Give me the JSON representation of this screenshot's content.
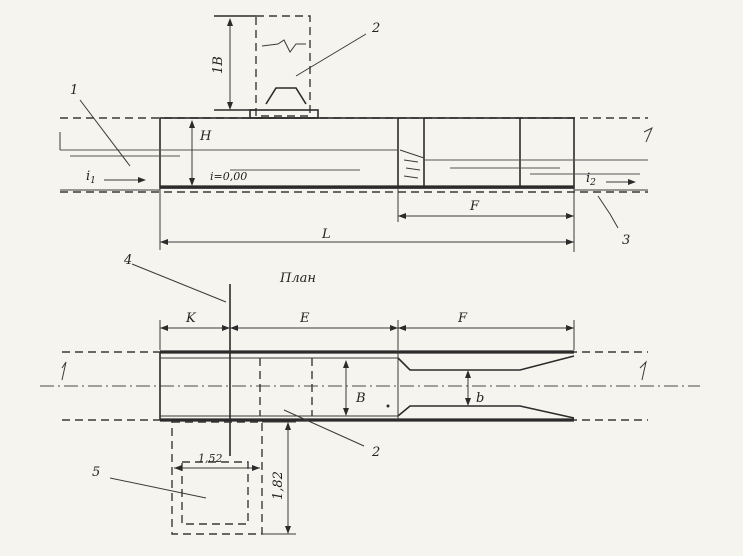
{
  "labels": {
    "callout_1": "1",
    "callout_2_top": "2",
    "callout_2_bottom": "2",
    "callout_3": "3",
    "callout_4": "4",
    "callout_5": "5",
    "dim_1b": "1B",
    "dim_H": "H",
    "level": "i=0,00",
    "flow_in": "i",
    "flow_in_sub": "1",
    "flow_out": "i",
    "flow_out_sub": "2",
    "dim_F_top": "F",
    "dim_L": "L",
    "plan_title": "План",
    "dim_K": "K",
    "dim_E": "E",
    "dim_F_plan": "F",
    "dim_B": "B",
    "dim_b": "b",
    "dim_1_5_2": "1,52",
    "dim_1_82": "1,82"
  }
}
